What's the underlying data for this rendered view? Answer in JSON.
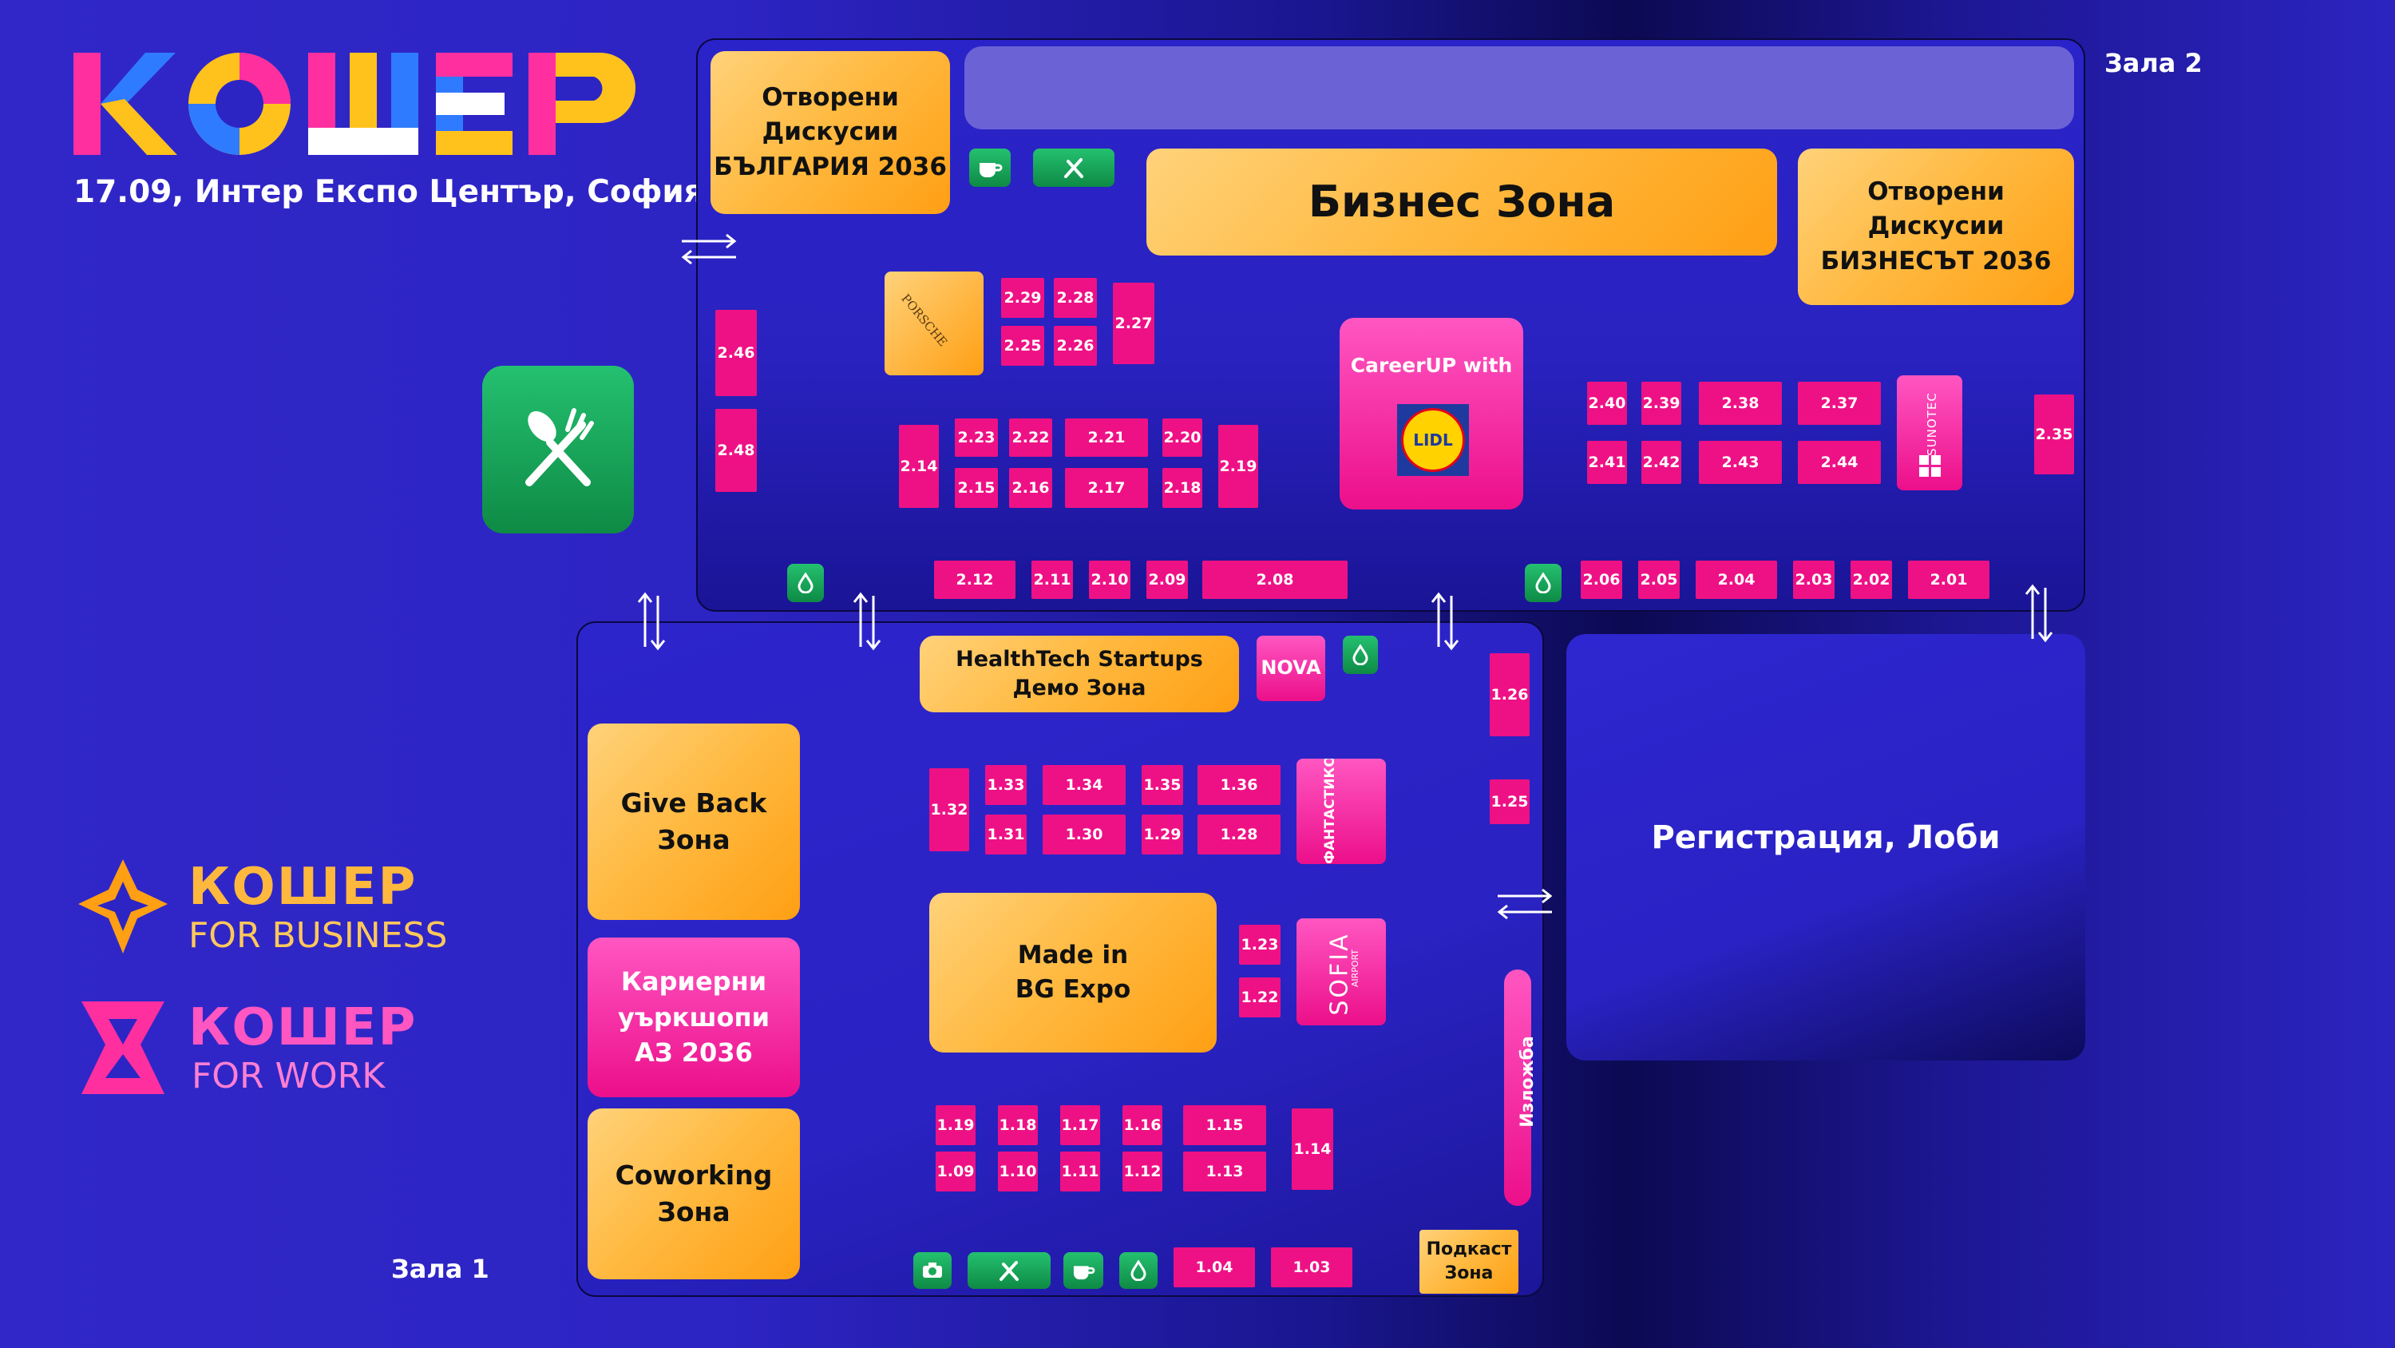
{
  "header": {
    "logo_text": "КОШЕР",
    "subtitle": "17.09, Интер Експо Център, София"
  },
  "brands": {
    "business": {
      "name": "КОШЕР",
      "tag": "FOR BUSINESS"
    },
    "work": {
      "name": "КОШЕР",
      "tag": "FOR WORK"
    }
  },
  "halls": {
    "hall2": "Зала 2",
    "hall1": "Зала 1"
  },
  "zones": {
    "open_bg_1": "Отворени",
    "open_bg_2": "Дискусии",
    "open_bg_3": "БЪЛГАРИЯ 2036",
    "business": "Бизнес Зона",
    "open_biz_1": "Отворени",
    "open_biz_2": "Дискусии",
    "open_biz_3": "БИЗНЕСЪТ 2036",
    "careerup": "CareerUP with",
    "lidl": "LIDL",
    "healthtech_1": "HealthTech Startups",
    "healthtech_2": "Демо Зона",
    "nova": "NOVA",
    "giveback_1": "Give Back",
    "giveback_2": "Зона",
    "career_ws_1": "Кариерни",
    "career_ws_2": "уъркшопи",
    "career_ws_3": "АЗ 2036",
    "coworking_1": "Coworking",
    "coworking_2": "Зона",
    "madein_1": "Made in",
    "madein_2": "BG Expo",
    "exhibition": "Изложба",
    "podcast_1": "Подкаст",
    "podcast_2": "Зона",
    "lobby": "Регистрация, Лоби"
  },
  "sponsors": {
    "porsche": "PORSCHE",
    "sunotec": "SUNOTEC",
    "fantastiko": "ФАНТАСТИКО",
    "sofia_airport": "SOFIA",
    "sofia_airport_sub": "AIRPORT"
  },
  "booths": {
    "b246": "2.46",
    "b248": "2.48",
    "b229": "2.29",
    "b228": "2.28",
    "b225": "2.25",
    "b226": "2.26",
    "b227": "2.27",
    "b223": "2.23",
    "b222": "2.22",
    "b221": "2.21",
    "b220": "2.20",
    "b219": "2.19",
    "b215": "2.15",
    "b216": "2.16",
    "b217": "2.17",
    "b218": "2.18",
    "b214": "2.14",
    "b240": "2.40",
    "b239": "2.39",
    "b238": "2.38",
    "b237": "2.37",
    "b241": "2.41",
    "b242": "2.42",
    "b243": "2.43",
    "b244": "2.44",
    "b235": "2.35",
    "b212": "2.12",
    "b211": "2.11",
    "b210": "2.10",
    "b209": "2.09",
    "b208": "2.08",
    "b206": "2.06",
    "b205": "2.05",
    "b204": "2.04",
    "b203": "2.03",
    "b202": "2.02",
    "b201": "2.01",
    "b126": "1.26",
    "b125": "1.25",
    "b132": "1.32",
    "b133": "1.33",
    "b134": "1.34",
    "b135": "1.35",
    "b136": "1.36",
    "b131": "1.31",
    "b130": "1.30",
    "b129": "1.29",
    "b128": "1.28",
    "b123": "1.23",
    "b122": "1.22",
    "b119": "1.19",
    "b118": "1.18",
    "b117": "1.17",
    "b116": "1.16",
    "b115": "1.15",
    "b114": "1.14",
    "b109": "1.09",
    "b110": "1.10",
    "b111": "1.11",
    "b112": "1.12",
    "b113": "1.13",
    "b104": "1.04",
    "b103": "1.03"
  },
  "colors": {
    "booth": "#ee1185",
    "zone_orange": "#ffb83e",
    "amenity_green": "#1aa85a",
    "background": "#2d24c4"
  },
  "icons": [
    "restaurant-icon",
    "coffee-icon",
    "water-icon",
    "camera-icon",
    "two-way-arrow-icon"
  ]
}
